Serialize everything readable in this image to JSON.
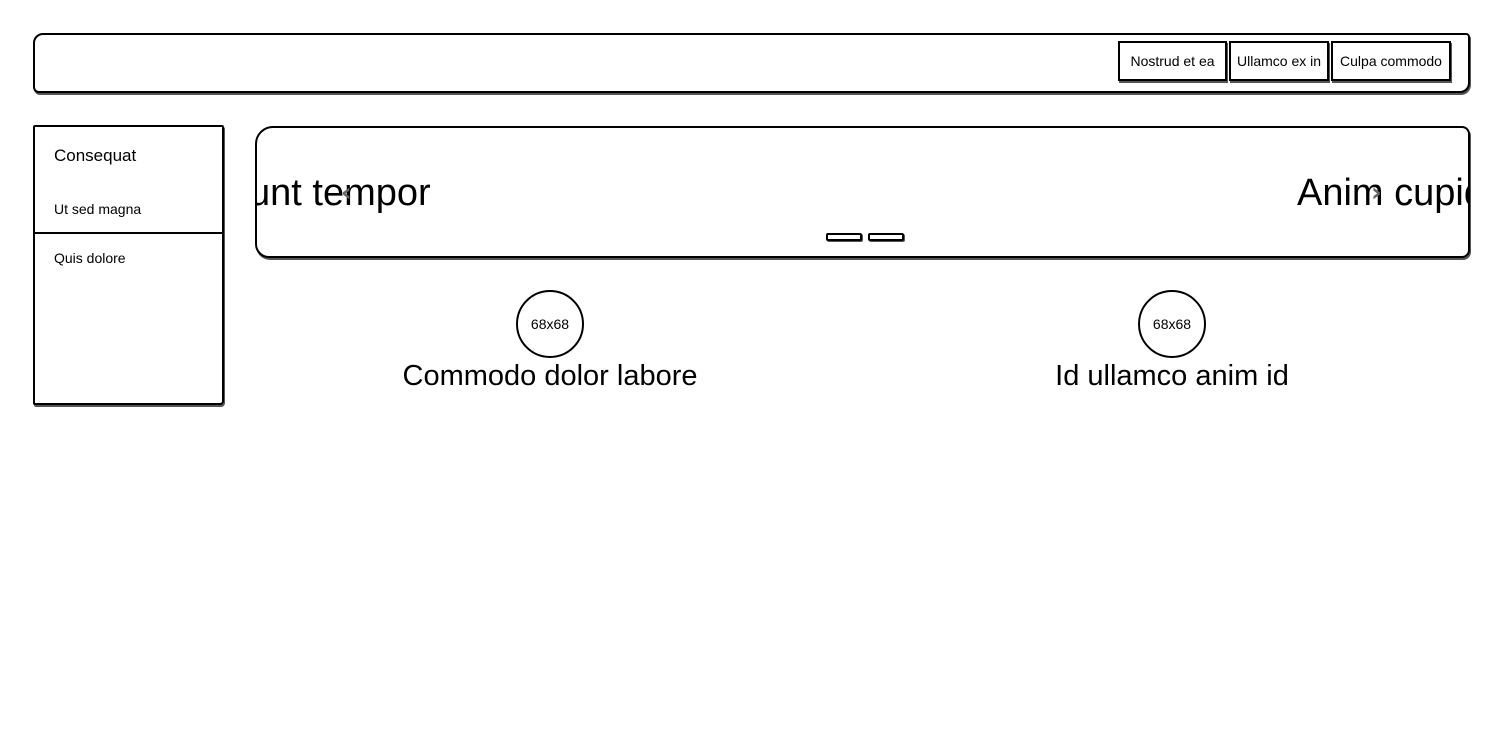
{
  "header": {
    "buttons": [
      {
        "label": "Nostrud et ea"
      },
      {
        "label": "Ullamco ex in"
      },
      {
        "label": "Culpa commodo"
      }
    ]
  },
  "sidebar": {
    "heading": "Consequat",
    "items": [
      {
        "label": "Ut sed magna"
      },
      {
        "label": "Quis dolore"
      }
    ]
  },
  "carousel": {
    "slides": [
      {
        "text": "unt tempor"
      },
      {
        "text": "Anim cupid"
      }
    ],
    "prev_icon": "chevron-left-icon",
    "next_icon": "chevron-right-icon",
    "indicator_count": 2
  },
  "features": [
    {
      "image_label": "68x68",
      "title": "Commodo dolor labore"
    },
    {
      "image_label": "68x68",
      "title": "Id ullamco anim id"
    }
  ]
}
